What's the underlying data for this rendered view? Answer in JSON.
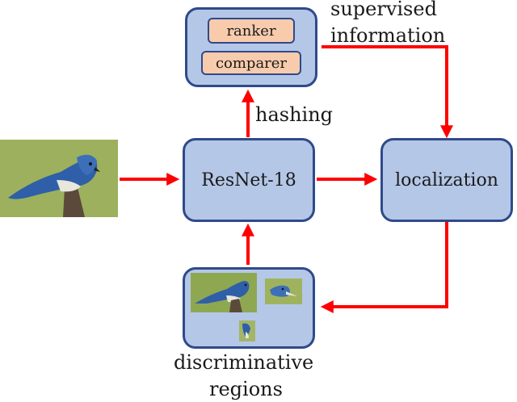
{
  "nodes": {
    "resnet": "ResNet-18",
    "localization": "localization",
    "ranker": "ranker",
    "comparer": "comparer"
  },
  "labels": {
    "hashing": "hashing",
    "supervised_line1": "supervised",
    "supervised_line2": "information",
    "discriminative_line1": "discriminative",
    "discriminative_line2": "regions"
  },
  "colors": {
    "box_fill": "#b4c7e7",
    "box_border": "#2f4a8a",
    "sub_fill": "#f8cbad",
    "arrow": "#ff0000"
  },
  "images": {
    "input": "bird-photo",
    "regions": [
      "bird-region-large",
      "bird-region-head",
      "bird-region-small"
    ]
  }
}
